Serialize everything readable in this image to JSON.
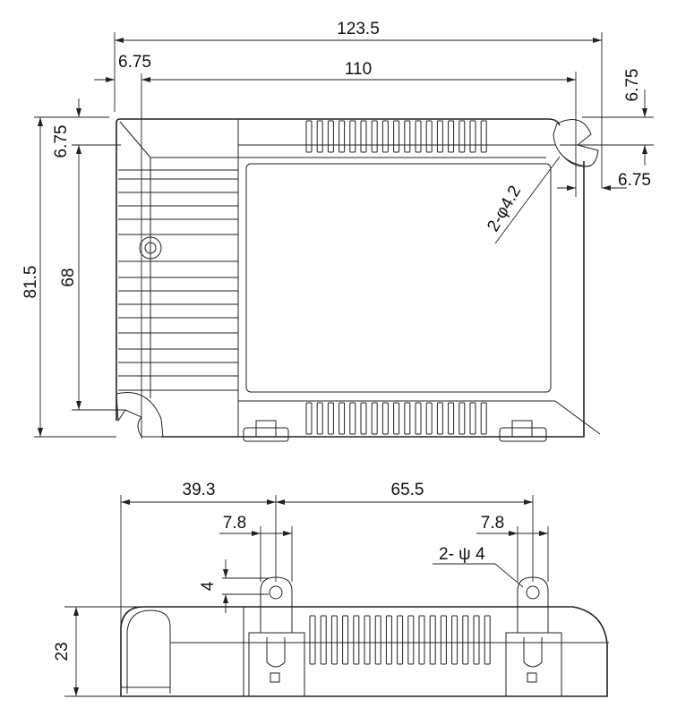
{
  "top_view": {
    "overall_length": "123.5",
    "mount_spacing": "110",
    "left_offset": "6.75",
    "right_top_offset": "6.75",
    "right_side_offset": "6.75",
    "overall_width": "81.5",
    "mount_spacing_vertical": "68",
    "top_left_offset": "6.75",
    "hole_callout": "2-φ4.2"
  },
  "side_view": {
    "left_to_lug": "39.3",
    "lug_spacing": "65.5",
    "lug_width_left": "7.8",
    "lug_width_right": "7.8",
    "hole_callout": "2- ψ 4",
    "hole_height": "4",
    "height": "23"
  }
}
